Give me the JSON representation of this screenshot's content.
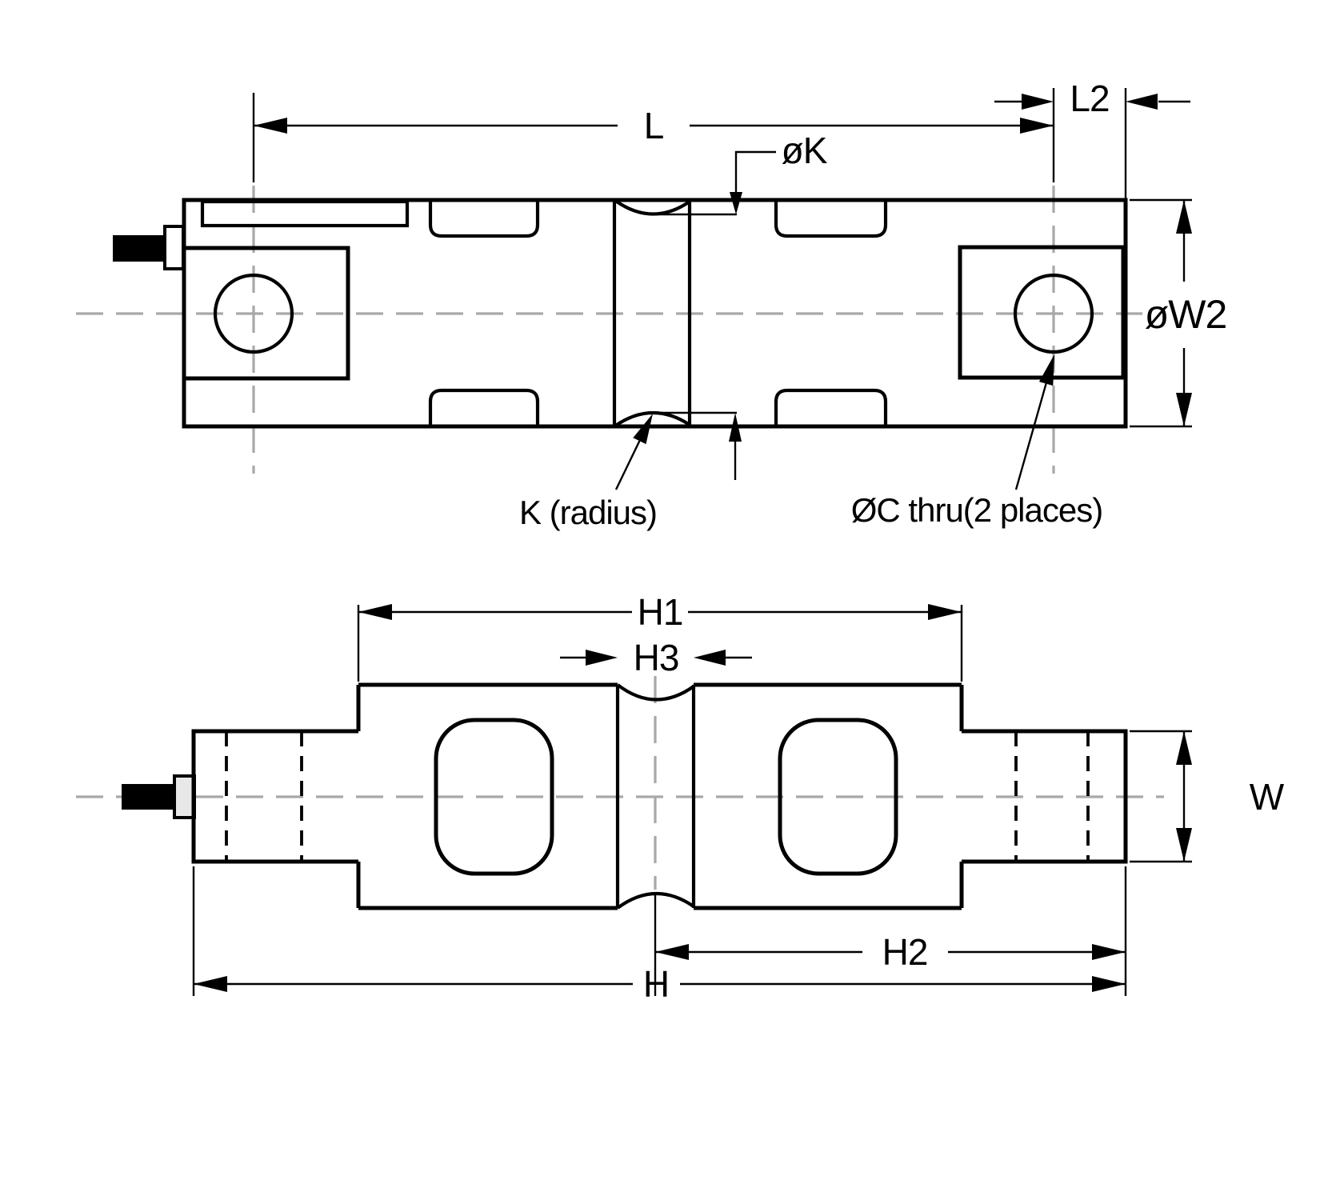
{
  "colors": {
    "background": "#ffffff",
    "line": "#000000",
    "centerline": "#a8a8a8",
    "collar-fill": "#e8e8e8"
  },
  "top_view": {
    "labels": {
      "L": "L",
      "L2": "L2",
      "oK": "øK",
      "oW2": "øW2",
      "K_radius": "K (radius)",
      "OC_thru": "ØC thru(2 places)"
    }
  },
  "side_view": {
    "labels": {
      "H1": "H1",
      "H3": "H3",
      "H2": "H2",
      "H": "H",
      "W": "W"
    }
  }
}
